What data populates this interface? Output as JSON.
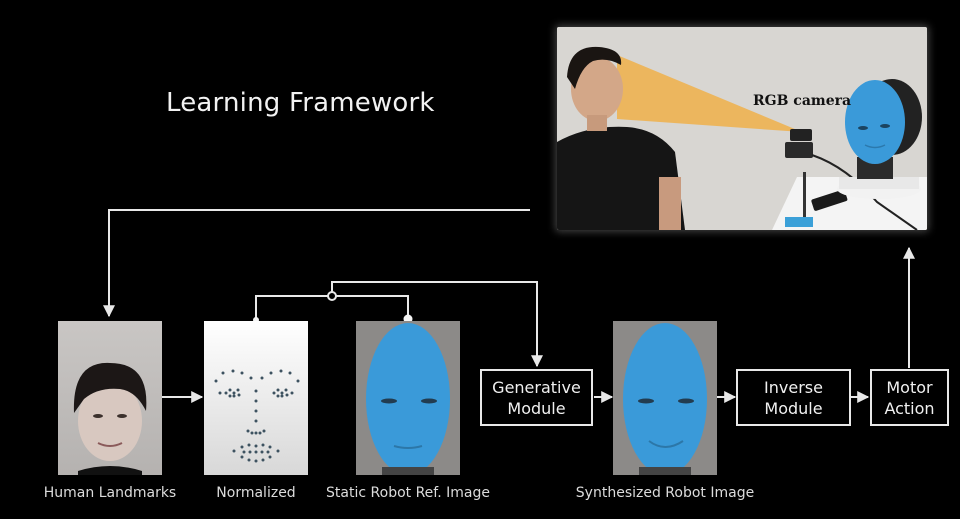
{
  "title": "Learning Framework",
  "scene": {
    "label": "RGB camera",
    "description": "Person facing humanoid robot with blue face; camera field of view highlighted in yellow"
  },
  "images": {
    "human_landmarks": {
      "caption": "Human Landmarks"
    },
    "normalized": {
      "caption": "Normalized"
    },
    "static_robot": {
      "caption": "Static Robot Ref. Image"
    },
    "synthesized_robot": {
      "caption": "Synthesized Robot Image"
    }
  },
  "modules": {
    "generative": {
      "line1": "Generative",
      "line2": "Module"
    },
    "inverse": {
      "line1": "Inverse",
      "line2": "Module"
    },
    "motor": {
      "line1": "Motor",
      "line2": "Action"
    }
  },
  "colors": {
    "background": "#000000",
    "robot_face": "#3a9ad9",
    "camera_beam": "#f0b04a",
    "wire": "#e8e8e8"
  }
}
